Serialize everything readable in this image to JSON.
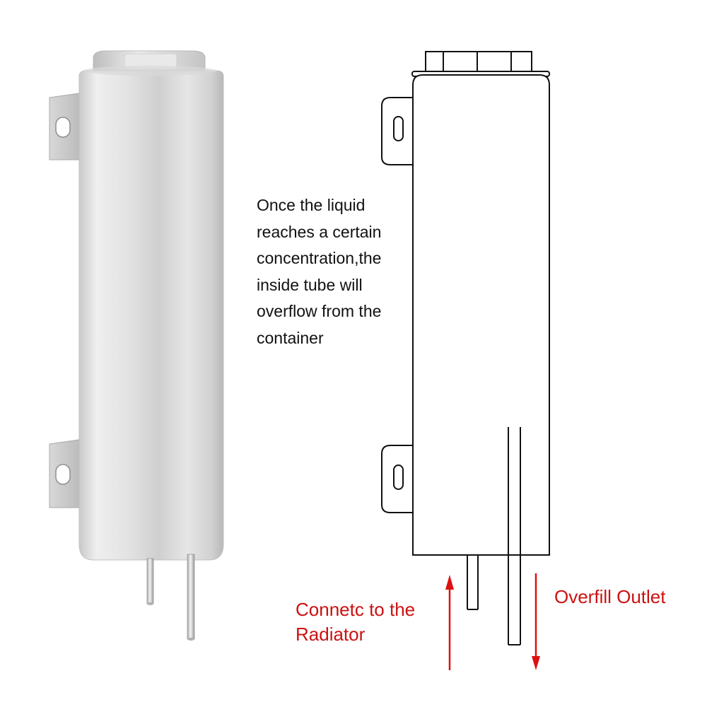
{
  "description": {
    "lines": [
      "Once the liquid",
      "reaches a certain",
      "concentration,the",
      "inside tube will",
      "overflow from the",
      "container"
    ]
  },
  "labels": {
    "radiator": [
      "Connetc to the",
      "Radiator"
    ],
    "overfill": "Overfill Outlet"
  },
  "colors": {
    "annotation": "#cc1111",
    "outline": "#111111",
    "metal_light": "#f2f2f2",
    "metal_mid": "#d6d6d6",
    "metal_dark": "#b4b4b4"
  },
  "icons": {
    "photo": "aluminum-tank-photo",
    "drawing": "tank-outline-drawing"
  }
}
